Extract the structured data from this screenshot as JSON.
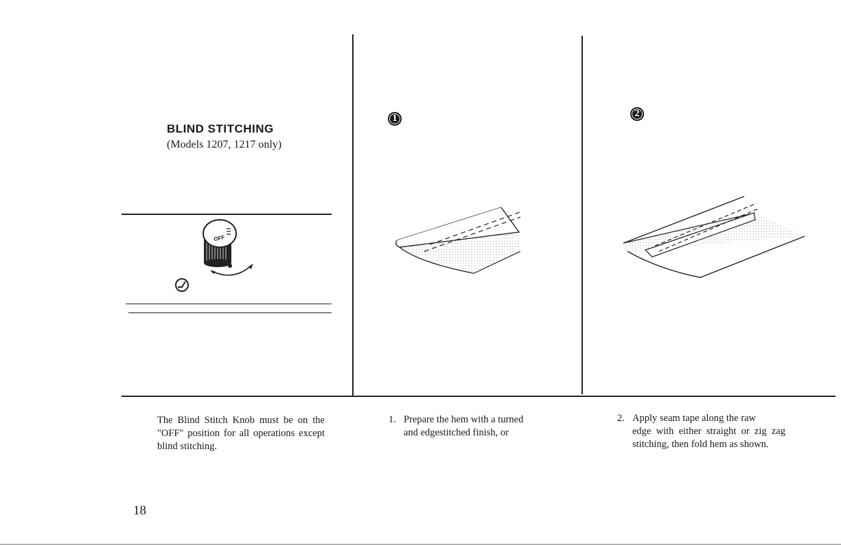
{
  "heading": {
    "title": "BLIND STITCHING",
    "subtitle": "(Models 1207, 1217 only)"
  },
  "knob": {
    "label": "OFF",
    "icon": "blind-stitch-symbol-icon"
  },
  "steps": [
    {
      "badge": "1",
      "number": "1.",
      "line1": "Prepare the hem with a turned",
      "rest": "and edgestitched finish, or"
    },
    {
      "badge": "2",
      "number": "2.",
      "line1": "Apply seam tape along the raw",
      "rest": "edge with either straight or zig zag stitching, then fold hem as shown."
    }
  ],
  "note": "The Blind Stitch Knob must be on the \"OFF\" position for all operations except blind stitching.",
  "page_number": "18"
}
